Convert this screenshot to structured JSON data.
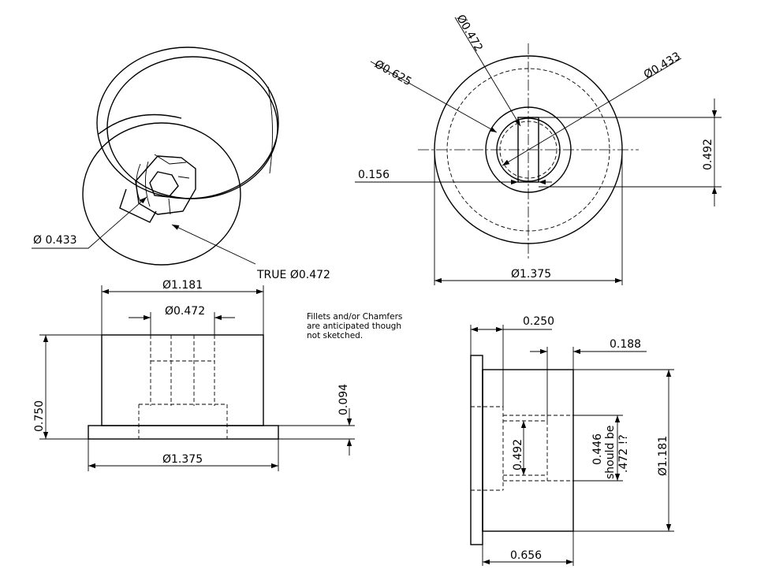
{
  "iso_view": {
    "dia_hex": "Ø 0.433",
    "dia_true": "TRUE Ø0.472"
  },
  "front_view": {
    "dia_472": "Ø0.472",
    "dia_625": "Ø0.625",
    "dia_433": "Ø0.433",
    "dim_492": "0.492",
    "dim_156": "0.156",
    "dia_1375": "Ø1.375"
  },
  "top_view": {
    "dia_1181": "Ø1.181",
    "dia_472": "Ø0.472",
    "height_750": "0.750",
    "flange_094": "0.094",
    "dia_1375": "Ø1.375"
  },
  "note": {
    "line1": "Fillets and/or Chamfers",
    "line2": "are anticipated though",
    "line3": "not sketched."
  },
  "side_view": {
    "dim_250": "0.250",
    "dim_188": "0.188",
    "dim_492": "0.492",
    "dim_446_a": "0.446",
    "dim_446_b": "should be",
    "dim_446_c": ".472 !?",
    "dia_1181": "Ø1.181",
    "dim_656": "0.656"
  }
}
